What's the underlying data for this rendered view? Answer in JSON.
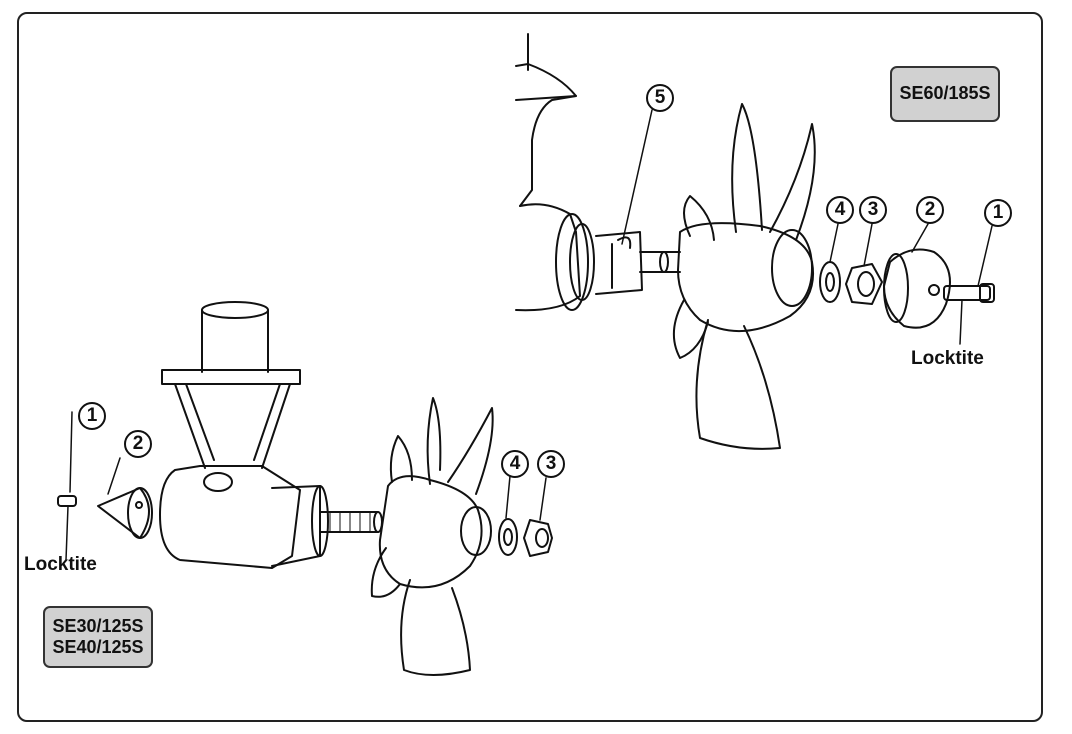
{
  "models": {
    "small": [
      "SE30/125S",
      "SE40/125S"
    ],
    "large": "SE60/185S"
  },
  "locktite_label": "Locktite",
  "callouts": {
    "screw": "1",
    "cone": "2",
    "nut": "3",
    "washer": "4",
    "pin": "5"
  },
  "colors": {
    "badge_fill": "#d1d1d1",
    "line": "#111111"
  }
}
